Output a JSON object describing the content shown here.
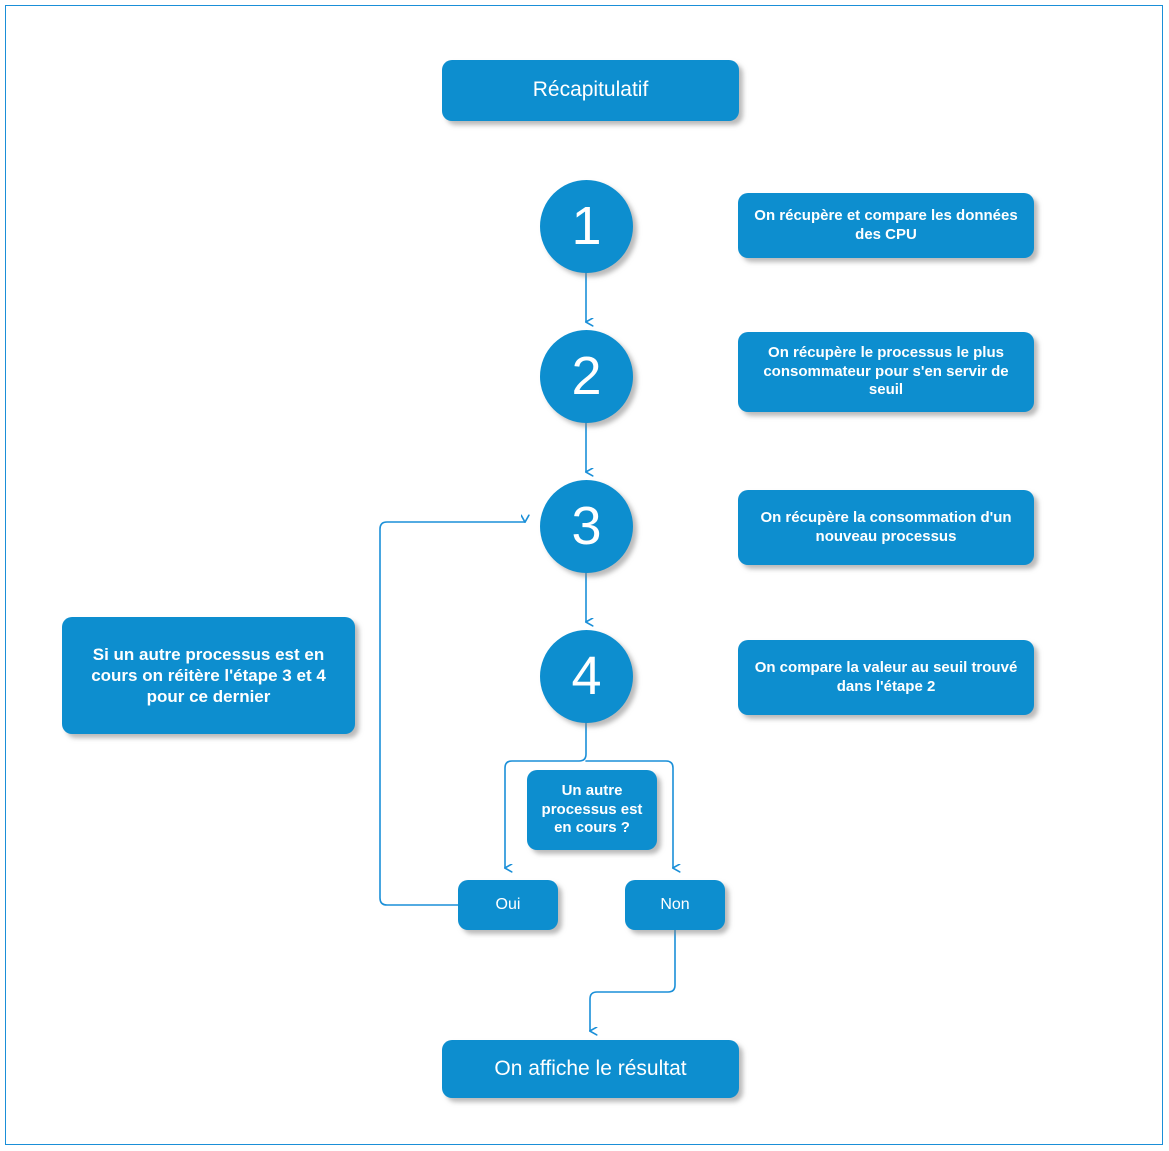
{
  "page": {
    "title": "Récapitulatif",
    "border_color": "#1a8fd8",
    "accent_color": "#0d8ecf",
    "background_color": "#ffffff",
    "text_color": "#ffffff"
  },
  "diagram": {
    "type": "flowchart",
    "title_box": {
      "label": "Récapitulatif"
    },
    "steps": [
      {
        "number": "1",
        "description": "On récupère et compare les données des CPU"
      },
      {
        "number": "2",
        "description": "On récupère le processus le plus consommateur pour s'en servir de seuil"
      },
      {
        "number": "3",
        "description": "On récupère la consommation d'un nouveau processus"
      },
      {
        "number": "4",
        "description": "On compare la valeur au seuil trouvé dans l'étape 2"
      }
    ],
    "side_note": {
      "label": "Si un autre processus est en cours on réitère l'étape 3 et 4 pour ce dernier"
    },
    "decision": {
      "label": "Un autre processus est en cours ?"
    },
    "branches": [
      {
        "label": "Oui"
      },
      {
        "label": "Non"
      }
    ],
    "result": {
      "label": "On affiche le résultat"
    },
    "connections": [
      {
        "from": "step-1",
        "to": "step-2"
      },
      {
        "from": "step-2",
        "to": "step-3"
      },
      {
        "from": "step-3",
        "to": "step-4"
      },
      {
        "from": "step-4",
        "to": "decision-branches"
      },
      {
        "from": "branch-oui",
        "to": "step-3"
      },
      {
        "from": "branch-non",
        "to": "result"
      }
    ]
  }
}
